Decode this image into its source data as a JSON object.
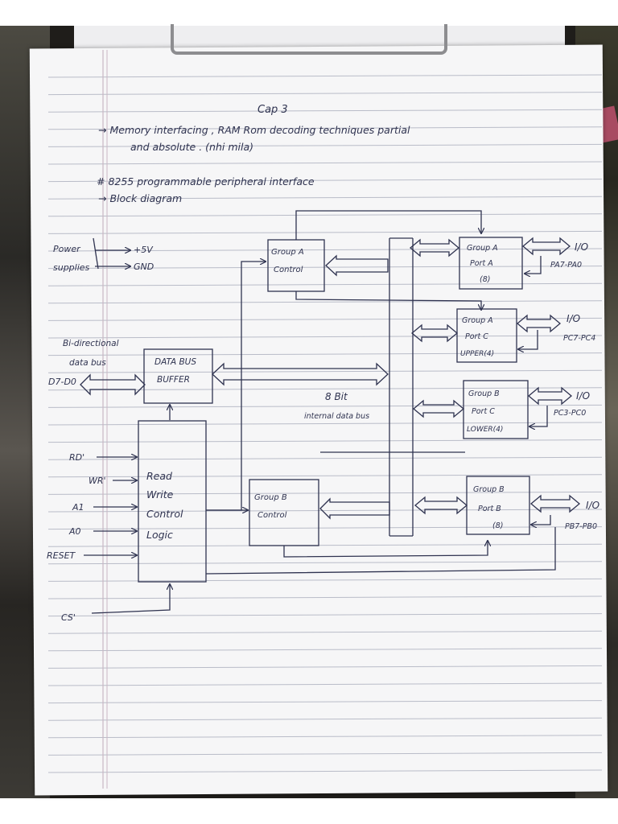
{
  "header": {
    "chapter": "Cap 3",
    "line1": "→ Memory interfacing , RAM Rom decoding techniques partial",
    "line2": "and absolute . (nhi mila)",
    "line3": "# 8255 programmable peripheral interface",
    "line4": "→ Block diagram"
  },
  "diagram": {
    "power": {
      "label_a": "Power",
      "label_b": "supplies",
      "v5": "+5V",
      "gnd": "GND"
    },
    "databus_in": {
      "label_a": "Bi-directional",
      "label_b": "data bus",
      "pins": "D7-D0"
    },
    "data_bus_buffer": {
      "line1": "DATA BUS",
      "line2": "BUFFER"
    },
    "rw_logic": {
      "line1": "Read",
      "line2": "Write",
      "line3": "Control",
      "line4": "Logic"
    },
    "signals": {
      "rd": "RD'",
      "wr": "WR'",
      "a1": "A1",
      "a0": "A0",
      "reset": "RESET",
      "cs": "CS'"
    },
    "internal_bus": {
      "line1": "8 Bit",
      "line2": "internal data bus"
    },
    "group_a_control": {
      "line1": "Group A",
      "line2": "Control"
    },
    "group_b_control": {
      "line1": "Group B",
      "line2": "Control"
    },
    "group_a_port_a": {
      "line1": "Group A",
      "line2": "Port A",
      "line3": "(8)",
      "io": "I/O",
      "pins": "PA7-PA0"
    },
    "group_a_port_c_upper": {
      "line1": "Group A",
      "line2": "Port C",
      "line3": "UPPER(4)",
      "io": "I/O",
      "pins": "PC7-PC4"
    },
    "group_b_port_c_lower": {
      "line1": "Group B",
      "line2": "Port C",
      "line3": "LOWER(4)",
      "io": "I/O",
      "pins": "PC3-PC0"
    },
    "group_b_port_b": {
      "line1": "Group B",
      "line2": "Port B",
      "line3": "(8)",
      "io": "I/O",
      "pins": "PB7-PB0"
    }
  },
  "colors": {
    "ink": "#2f3350",
    "paper": "#f6f6f7",
    "rule": "#b9bcc8",
    "margin": "#c9b7c4"
  }
}
